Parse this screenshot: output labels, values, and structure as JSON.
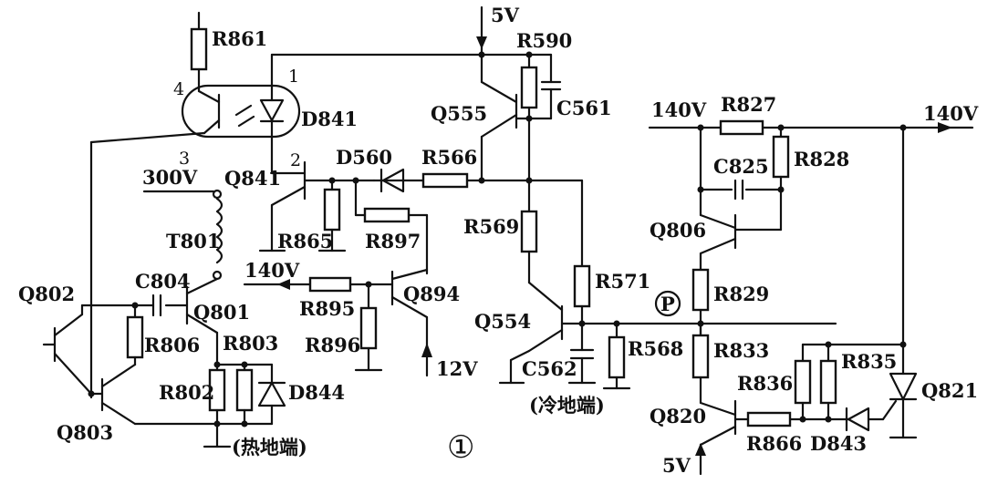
{
  "labels": {
    "R861": "R861",
    "D841": "D841",
    "pin1": "1",
    "pin2": "2",
    "pin3": "3",
    "pin4": "4",
    "Q841": "Q841",
    "D560": "D560",
    "R566": "R566",
    "R865": "R865",
    "R897": "R897",
    "v300": "300V",
    "T801": "T801",
    "C804": "C804",
    "Q801": "Q801",
    "Q802": "Q802",
    "R806": "R806",
    "R803": "R803",
    "R802": "R802",
    "D844": "D844",
    "Q803": "Q803",
    "hot_ground": "(热地端)",
    "v5_top": "5V",
    "R590": "R590",
    "Q555": "Q555",
    "C561": "C561",
    "R569": "R569",
    "v140_mid": "140V",
    "R895": "R895",
    "R896": "R896",
    "Q894": "Q894",
    "v12": "12V",
    "R571": "R571",
    "Q554": "Q554",
    "C562": "C562",
    "R568": "R568",
    "cold_ground": "(冷地端)",
    "v140_left": "140V",
    "R827": "R827",
    "v140_right": "140V",
    "C825": "C825",
    "R828": "R828",
    "Q806": "Q806",
    "R829": "R829",
    "P": "P",
    "R833": "R833",
    "R836": "R836",
    "R835": "R835",
    "Q821": "Q821",
    "Q820": "Q820",
    "R866": "R866",
    "D843": "D843",
    "v5_bottom": "5V",
    "figure_number": "①"
  }
}
